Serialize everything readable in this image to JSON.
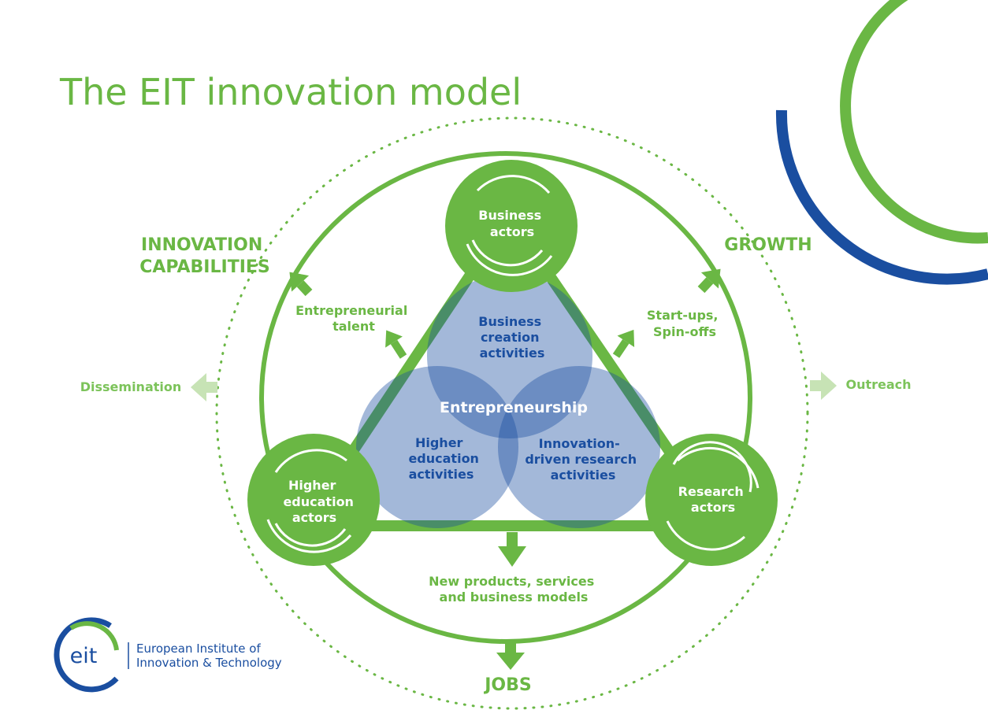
{
  "title": "The EIT innovation model",
  "colors": {
    "green": "#6ab744",
    "blue": "#1a4ea0",
    "venn_fill": "#8aa9d6",
    "light_green": "#c7e3b5"
  },
  "actors": {
    "business": [
      "Business",
      "actors"
    ],
    "higher_education": [
      "Higher",
      "education",
      "actors"
    ],
    "research": [
      "Research",
      "actors"
    ]
  },
  "activities": {
    "business": [
      "Business",
      "creation",
      "activities"
    ],
    "education": [
      "Higher",
      "education",
      "activities"
    ],
    "research": [
      "Innovation-",
      "driven research",
      "activities"
    ],
    "center": "Entrepreneurship"
  },
  "outputs": {
    "talent": [
      "Entrepreneurial",
      "talent"
    ],
    "startups": [
      "Start-ups,",
      "Spin-offs"
    ],
    "products": [
      "New products, services",
      "and business models"
    ]
  },
  "impacts": {
    "innovation_capabilities": [
      "INNOVATION",
      "CAPABILITIES"
    ],
    "growth": "GROWTH",
    "jobs": "JOBS",
    "dissemination": "Dissemination",
    "outreach": "Outreach"
  },
  "logo": {
    "mark": "eit",
    "line1": "European Institute of",
    "line2": "Innovation & Technology"
  }
}
